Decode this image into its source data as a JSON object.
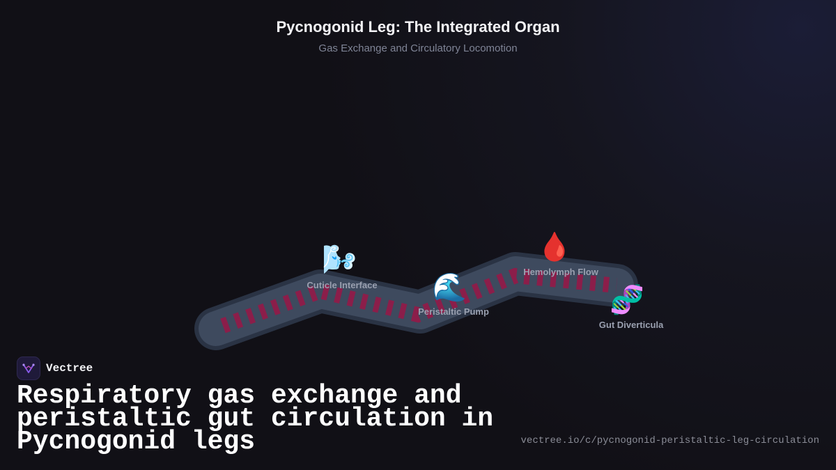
{
  "header": {
    "title": "Pycnogonid Leg: The Integrated Organ",
    "subtitle": "Gas Exchange and Circulatory Locomotion"
  },
  "diagram": {
    "nodes": [
      {
        "id": "cuticle",
        "icon": "🌬️",
        "icon_name": "wind-icon",
        "label": "Cuticle Interface"
      },
      {
        "id": "pump",
        "icon": "🌊",
        "icon_name": "wave-icon",
        "label": "Peristaltic Pump"
      },
      {
        "id": "hemolymph",
        "icon": "🩸",
        "icon_name": "blood-drop-icon",
        "label": "Hemolymph Flow"
      },
      {
        "id": "gut",
        "icon": "🧬",
        "icon_name": "dna-icon",
        "label": "Gut Diverticula"
      }
    ],
    "colors": {
      "leg_outer": "#2a3344",
      "leg_inner": "#3e4a5e",
      "gut_stripes": "#8b1e4a"
    }
  },
  "footer": {
    "brand": "Vectree",
    "headline": "Respiratory gas exchange and peristaltic gut circulation in Pycnogonid legs",
    "url": "vectree.io/c/pycnogonid-peristaltic-leg-circulation"
  }
}
